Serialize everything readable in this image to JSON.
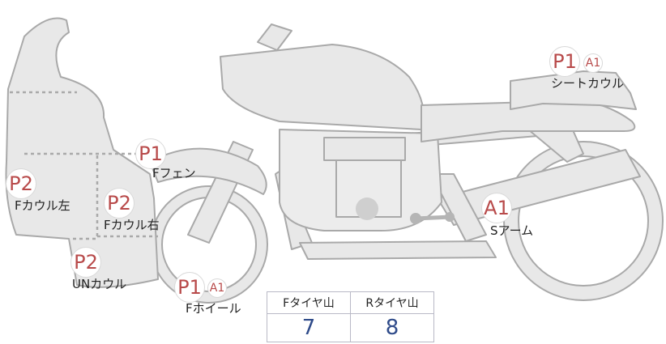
{
  "parts": [
    {
      "id": "f-cowl-left",
      "label": "Fカウル左",
      "badges": [
        "P2"
      ]
    },
    {
      "id": "f-cowl-right",
      "label": "Fカウル右",
      "badges": [
        "P2"
      ]
    },
    {
      "id": "un-cowl",
      "label": "UNカウル",
      "badges": [
        "P2"
      ]
    },
    {
      "id": "f-fender",
      "label": "Fフェン",
      "badges": [
        "P1"
      ]
    },
    {
      "id": "f-wheel",
      "label": "Fホイール",
      "badges": [
        "P1",
        "A1"
      ]
    },
    {
      "id": "s-arm",
      "label": "Sアーム",
      "badges": [
        "A1"
      ]
    },
    {
      "id": "seat-cowl",
      "label": "シートカウル",
      "badges": [
        "P1",
        "A1"
      ]
    }
  ],
  "tire_table": {
    "headers": [
      "Fタイヤ山",
      "Rタイヤ山"
    ],
    "values": [
      "7",
      "8"
    ]
  },
  "colors": {
    "bike_fill": "#e8e8e8",
    "bike_stroke": "#aaaaaa",
    "badge_text": "#b84a4a",
    "table_value": "#2f4b8a",
    "table_border": "#b9b9c6"
  }
}
